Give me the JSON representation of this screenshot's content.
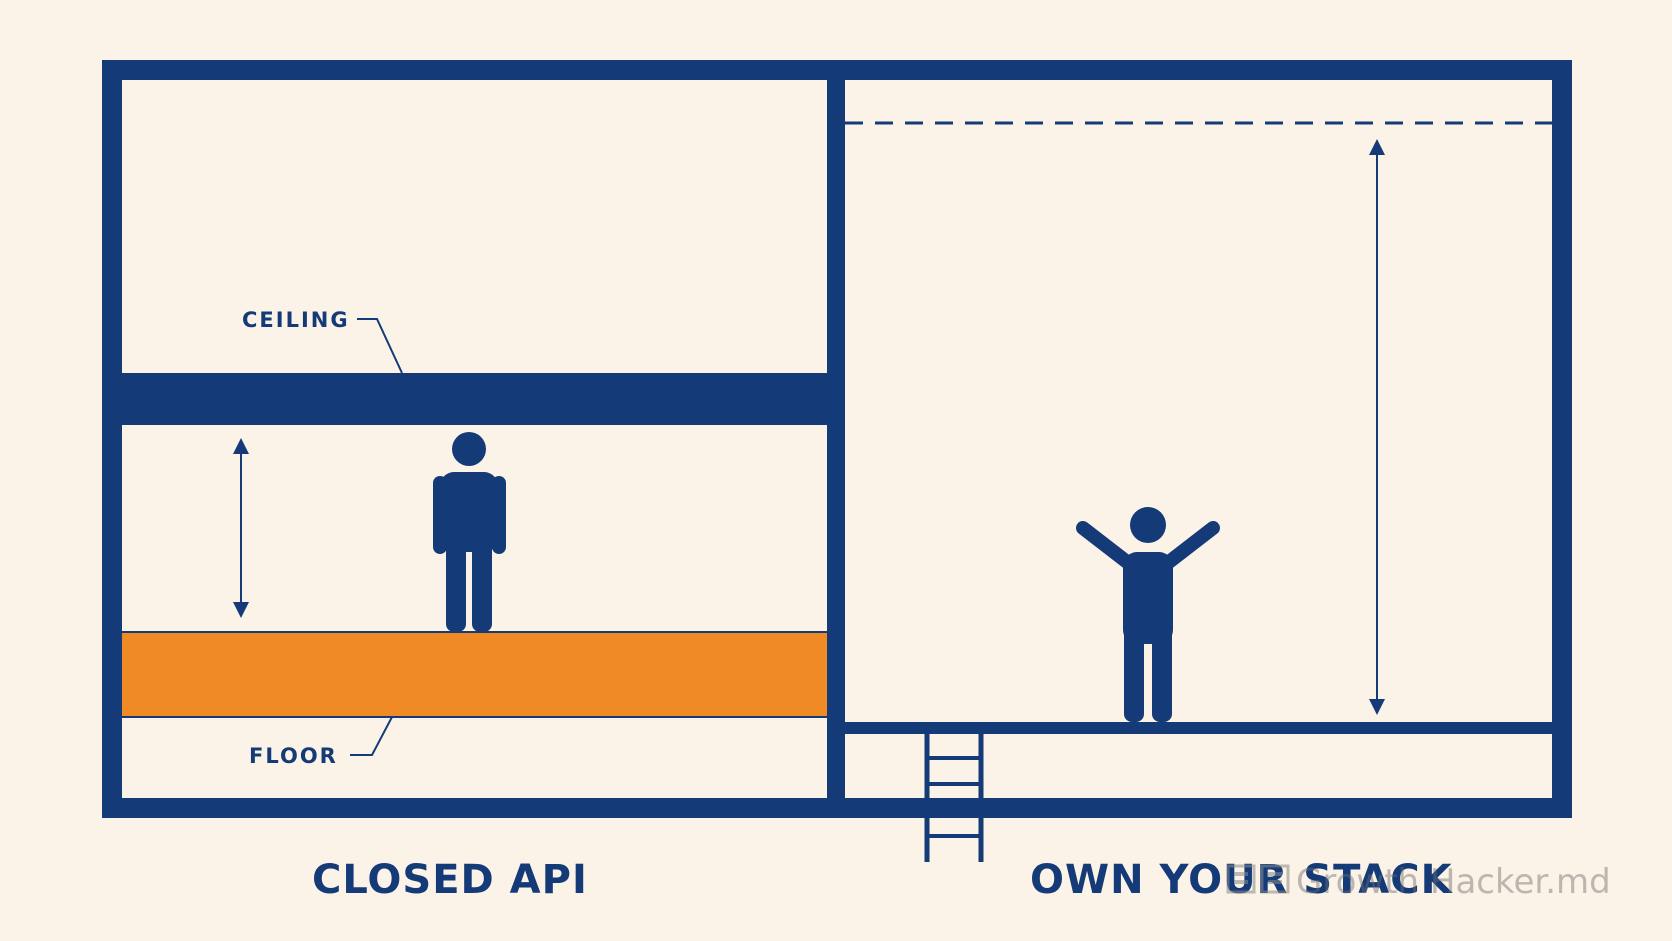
{
  "colors": {
    "background": "#fbf3e7",
    "navy": "#143a78",
    "orange": "#f08a24"
  },
  "left_panel": {
    "ceiling_label": "CEILING",
    "floor_label": "FLOOR",
    "caption": "CLOSED API"
  },
  "right_panel": {
    "caption": "OWN YOUR STACK"
  },
  "watermark": {
    "icon": "growth-hacker-logo-icon",
    "text": "Growth Hacker.md"
  }
}
